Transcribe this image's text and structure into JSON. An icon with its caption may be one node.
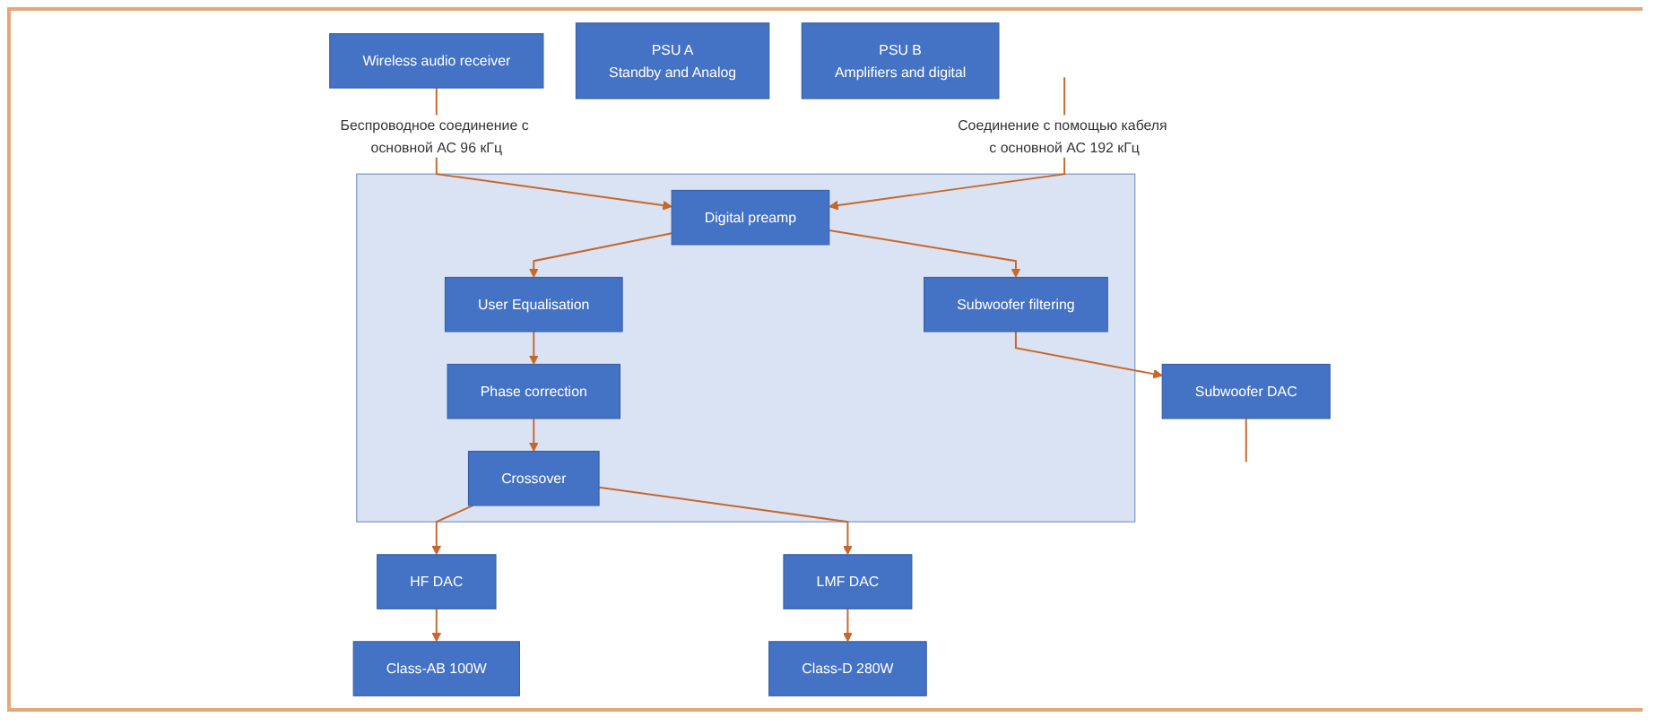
{
  "diagram": {
    "nodes": [
      {
        "text": [
          "Wireless audio receiver"
        ]
      },
      {
        "text": [],
        "shape": "box"
      },
      {
        "text": [
          "Digital preamp"
        ],
        "in": 1
      },
      {
        "text": [
          "User Equalisation"
        ],
        "in": 1
      },
      {
        "text": [
          "Phase correction"
        ],
        "in": 1
      },
      {
        "text": [
          "Crossover"
        ],
        "in": 1
      },
      {
        "text": [
          "Subwoofer filtering"
        ],
        "in": 1
      },
      {
        "text": [
          "PSU A",
          "Standby and Analog"
        ]
      },
      {
        "text": [
          "PSU B",
          "Amplifiers and digital"
        ]
      },
      {
        "text": [
          "Class-AB 100W"
        ]
      },
      {
        "text": [
          "HF DAC"
        ]
      },
      {
        "text": [
          "Class-D 280W"
        ]
      },
      {
        "text": [
          "LMF DAC"
        ]
      },
      {
        "text": [
          "Subwoofer DAC"
        ]
      }
    ],
    "edges": [
      {
        "from": 0,
        "to": 2,
        "arrow": "to",
        "label": "Беспроводное соединение с основной АС 96 кГц"
      },
      {
        "from": null,
        "to": 2,
        "arrow": "to",
        "label": "Соединение с помощью кабеля с основной АС 192 кГц"
      },
      {
        "from": 2,
        "to": 3,
        "arrow": "to"
      },
      {
        "from": 3,
        "to": 4,
        "arrow": "to"
      },
      {
        "from": 4,
        "to": 5,
        "arrow": "to"
      },
      {
        "from": 2,
        "to": 6,
        "arrow": "to"
      },
      {
        "from": 5,
        "to": 10,
        "arrow": "to"
      },
      {
        "from": 5,
        "to": 12,
        "arrow": "to"
      },
      {
        "from": 10,
        "to": 9,
        "arrow": "to"
      },
      {
        "from": 12,
        "to": 11,
        "arrow": "to"
      },
      {
        "from": 6,
        "to": 13,
        "arrow": "to"
      },
      {
        "from": 13,
        "to": null,
        "arrow": "none"
      }
    ]
  }
}
